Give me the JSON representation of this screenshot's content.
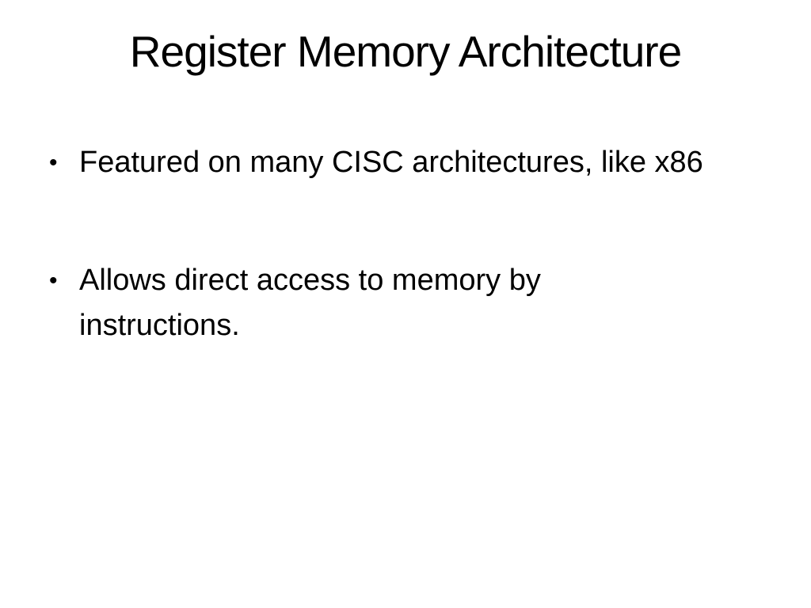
{
  "slide": {
    "title": "Register Memory Architecture",
    "bullet_glyph": "•",
    "bullets": [
      {
        "text": "Featured on many CISC architectures, like x86"
      },
      {
        "text": "Allows direct access to memory by\ninstructions."
      }
    ],
    "colors": {
      "background": "#ffffff",
      "text": "#000000"
    }
  }
}
